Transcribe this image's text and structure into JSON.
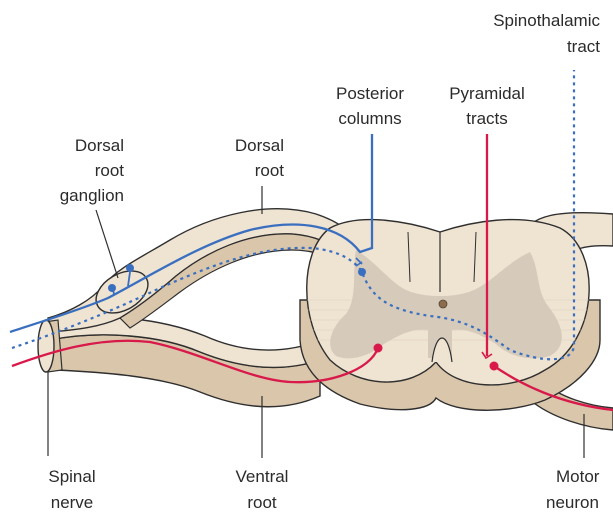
{
  "labels": {
    "spinothalamic_1": "Spinothalamic",
    "spinothalamic_2": "tract",
    "posterior_1": "Posterior",
    "posterior_2": "columns",
    "pyramidal_1": "Pyramidal",
    "pyramidal_2": "tracts",
    "drg_1": "Dorsal",
    "drg_2": "root",
    "drg_3": "ganglion",
    "dorsal_root_1": "Dorsal",
    "dorsal_root_2": "root",
    "spinal_nerve_1": "Spinal",
    "spinal_nerve_2": "nerve",
    "ventral_root_1": "Ventral",
    "ventral_root_2": "root",
    "motor_neuron_1": "Motor",
    "motor_neuron_2": "neuron"
  },
  "colors": {
    "sensory_pathway": "#3a6fc0",
    "motor_pathway": "#d8194a",
    "tissue_light": "#efe3d2",
    "tissue_side": "#d9c6ab",
    "grey_matter": "#d6cbbb",
    "outline": "#2f2f2f"
  }
}
